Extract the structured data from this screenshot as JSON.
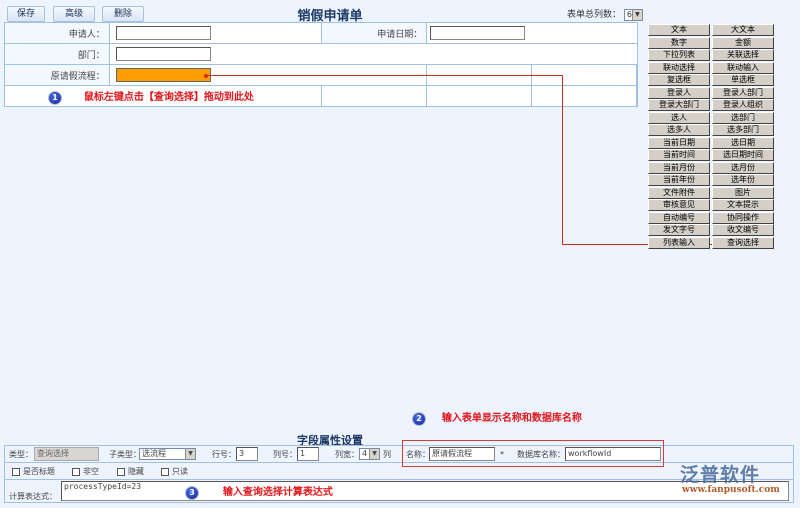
{
  "toolbar": {
    "save_label": "保存",
    "advanced_label": "高级",
    "delete_label": "删除"
  },
  "form": {
    "title": "销假申请单",
    "column_count_label": "表单总列数：",
    "column_count_value": "6",
    "fields": {
      "applicant_label": "申请人：",
      "applicant_value": "",
      "apply_date_label": "申请日期：",
      "apply_date_value": "",
      "department_label": "部门：",
      "department_value": "",
      "original_leave_flow_label": "原请假流程：",
      "original_leave_flow_value": ""
    }
  },
  "annotations": {
    "step1_num": "1",
    "step1_text": "鼠标左键点击【查询选择】拖动到此处",
    "step2_num": "2",
    "step2_text": "输入表单显示名称和数据库名称",
    "step3_num": "3",
    "step3_text": "输入查询选择计算表达式"
  },
  "palette": {
    "left": [
      "文本",
      "数字",
      "下拉列表",
      "联动选择",
      "复选框",
      "登录人",
      "登录大部门",
      "选人",
      "选多人",
      "当前日期",
      "当前时间",
      "当前月份",
      "当前年份",
      "文件附件",
      "审核意见",
      "自动编号",
      "发文字号",
      "列表输入"
    ],
    "right": [
      "大文本",
      "金额",
      "关联选择",
      "联动输入",
      "单选框",
      "登录人部门",
      "登录人组织",
      "选部门",
      "选多部门",
      "选日期",
      "选日期时间",
      "选月份",
      "选年份",
      "图片",
      "文本提示",
      "协同操作",
      "收文编号",
      "查询选择"
    ]
  },
  "properties": {
    "title": "字段属性设置",
    "type_label": "类型：",
    "type_value": "查询选择",
    "subtype_label": "子类型：",
    "subtype_value": "选流程",
    "row_label": "行号：",
    "row_value": "3",
    "col_label": "列号：",
    "col_value": "1",
    "width_label": "列宽：",
    "width_value": "4",
    "width_unit": "列",
    "name_label": "名称：",
    "name_value": "原请假流程",
    "required_mark": "*",
    "db_name_label": "数据库名称：",
    "db_name_value": "workflowId",
    "checkbox_is_title": "是否标题",
    "checkbox_not_null": "非空",
    "checkbox_hidden": "隐藏",
    "checkbox_readonly": "只读",
    "expression_label": "计算表达式：",
    "expression_value": "processTypeId=23"
  },
  "watermark": {
    "brand": "泛普软件",
    "url": "www.fanpusoft.com"
  },
  "colors": {
    "accent_orange": "#ff9d00",
    "annotation_red": "#e0181c",
    "border_blue": "#9fc2e4",
    "background": "#eef4fd"
  }
}
